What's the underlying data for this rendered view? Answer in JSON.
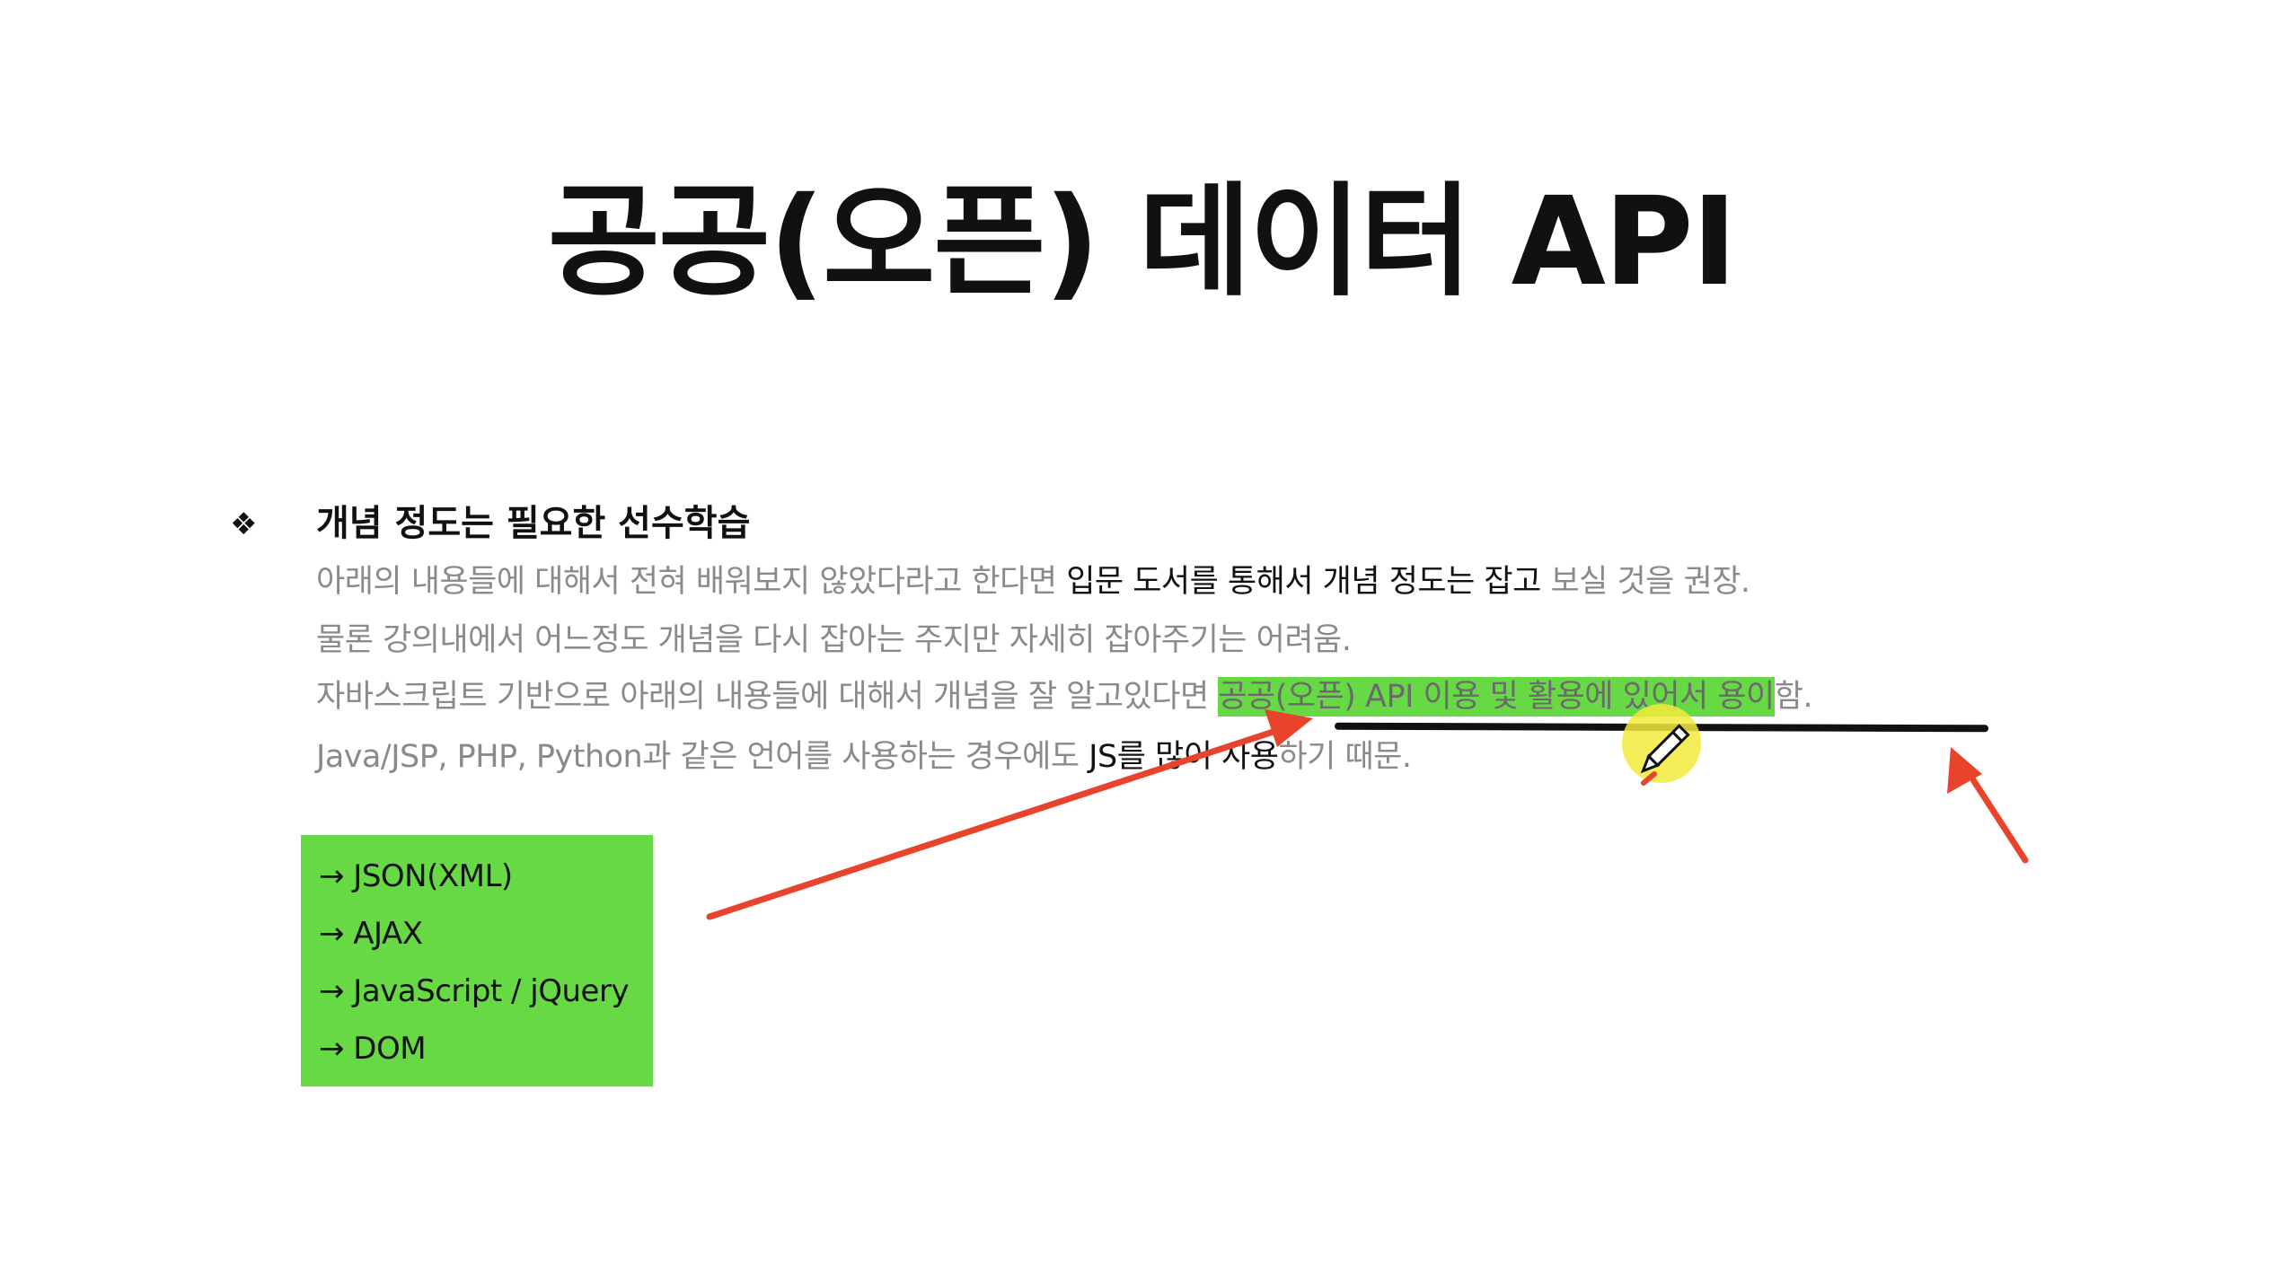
{
  "title": "공공(오픈) 데이터 API",
  "section": {
    "bullet_glyph": "❖",
    "heading": "개념 정도는 필요한 선수학습",
    "line1": {
      "part1": "아래의 내용들에 대해서 전혀 배워보지 않았다라고 한다면 ",
      "part2": "입문 도서를 통해서 개념 정도는 잡고",
      "part3": " 보실 것을 권장."
    },
    "line2": "물론 강의내에서 어느정도 개념을 다시 잡아는 주지만 자세히 잡아주기는 어려움.",
    "line3": {
      "part1": "자바스크립트 기반으로 아래의 내용들에 대해서 개념을 잘 알고있다면 ",
      "highlight": "공공(오픈) API 이용 및 활용에 있어서 용이",
      "part2": "함."
    },
    "line4": {
      "part1": "Java/JSP, PHP, Python과 같은 언어를 사용하는 경우에도 ",
      "part2": "JS를 많이 사용",
      "part3": "하기 때문."
    }
  },
  "prerequisites": [
    "→ JSON(XML)",
    "→ AJAX",
    "→ JavaScript / jQuery",
    "→ DOM"
  ],
  "colors": {
    "highlight": "#66d945",
    "arrow": "#e8432b",
    "cursor_glow": "#f2ea3c"
  },
  "icons": {
    "cursor": "pencil-cursor-icon"
  }
}
